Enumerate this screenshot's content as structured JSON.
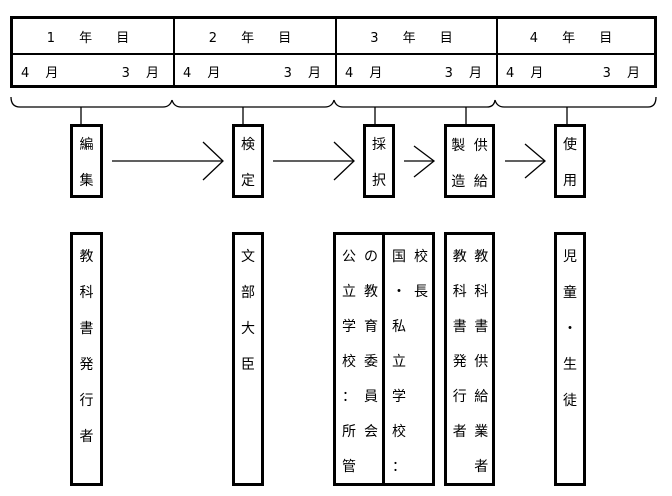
{
  "timeline": {
    "years": [
      {
        "label": "1 年 目",
        "start_month": "4 月",
        "end_month": "3 月"
      },
      {
        "label": "2 年 目",
        "start_month": "4 月",
        "end_month": "3 月"
      },
      {
        "label": "3 年 目",
        "start_month": "4 月",
        "end_month": "3 月"
      },
      {
        "label": "4 年 目",
        "start_month": "4 月",
        "end_month": "3 月"
      }
    ]
  },
  "stages": [
    {
      "id": "editing",
      "chars": [
        "編",
        "集"
      ]
    },
    {
      "id": "authorization",
      "chars": [
        "検",
        "定"
      ]
    },
    {
      "id": "adoption",
      "chars": [
        "採",
        "択"
      ]
    },
    {
      "id": "manufacture-supply",
      "rows": [
        [
          "製",
          "供"
        ],
        [
          "造",
          "給"
        ]
      ]
    },
    {
      "id": "use",
      "chars": [
        "使",
        "用"
      ]
    }
  ],
  "actors": {
    "publisher": [
      "教",
      "科",
      "書",
      "発",
      "行",
      "者"
    ],
    "minister": [
      "文",
      "部",
      "大",
      "臣"
    ],
    "public_school_board": [
      [
        "公",
        "の"
      ],
      [
        "立",
        "教"
      ],
      [
        "学",
        "育"
      ],
      [
        "校",
        "委"
      ],
      [
        "：",
        "員"
      ],
      [
        "所",
        "会"
      ],
      [
        "管",
        ""
      ]
    ],
    "national_private_principal": [
      [
        "国",
        "校"
      ],
      [
        "・",
        "長"
      ],
      [
        "私",
        ""
      ],
      [
        "立",
        ""
      ],
      [
        "学",
        ""
      ],
      [
        "校",
        ""
      ],
      [
        "：",
        ""
      ]
    ],
    "publisher_supplier": [
      [
        "教",
        "教"
      ],
      [
        "科",
        "科"
      ],
      [
        "書",
        "書"
      ],
      [
        "発",
        "供"
      ],
      [
        "行",
        "給"
      ],
      [
        "者",
        "業"
      ],
      [
        "",
        "者"
      ]
    ],
    "students": [
      "児",
      "童",
      "・",
      "生",
      "徒"
    ]
  }
}
